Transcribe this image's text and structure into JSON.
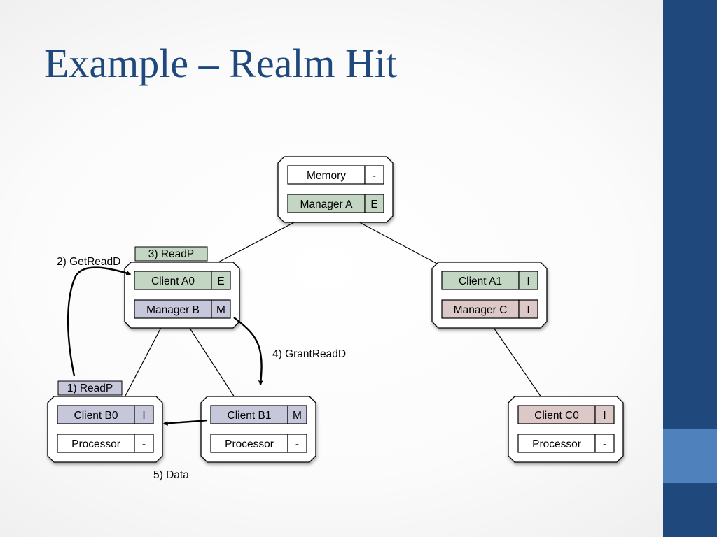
{
  "slide": {
    "title": "Example – Realm Hit"
  },
  "colors": {
    "title": "#1f497d",
    "sidebar": "#1f497d",
    "sidebar_accent": "#4f81bd",
    "green": "#c3d6c3",
    "purple": "#c7c7dc",
    "pink": "#dcc8c6",
    "white": "#ffffff"
  },
  "nodes": {
    "memory_node": {
      "rows": [
        {
          "label": "Memory",
          "state": "-"
        },
        {
          "label": "Manager A",
          "state": "E"
        }
      ]
    },
    "node_a0": {
      "rows": [
        {
          "label": "Client A0",
          "state": "E"
        },
        {
          "label": "Manager B",
          "state": "M"
        }
      ]
    },
    "node_a1": {
      "rows": [
        {
          "label": "Client A1",
          "state": "I"
        },
        {
          "label": "Manager C",
          "state": "I"
        }
      ]
    },
    "node_b0": {
      "rows": [
        {
          "label": "Client B0",
          "state": "I"
        },
        {
          "label": "Processor",
          "state": "-"
        }
      ]
    },
    "node_b1": {
      "rows": [
        {
          "label": "Client B1",
          "state": "M"
        },
        {
          "label": "Processor",
          "state": "-"
        }
      ]
    },
    "node_c0": {
      "rows": [
        {
          "label": "Client C0",
          "state": "I"
        },
        {
          "label": "Processor",
          "state": "-"
        }
      ]
    }
  },
  "tags": {
    "readp_3": "3) ReadP",
    "readp_1": "1) ReadP"
  },
  "messages": {
    "get_read_d": "2) GetReadD",
    "grant_read_d": "4) GrantReadD",
    "data": "5) Data"
  }
}
